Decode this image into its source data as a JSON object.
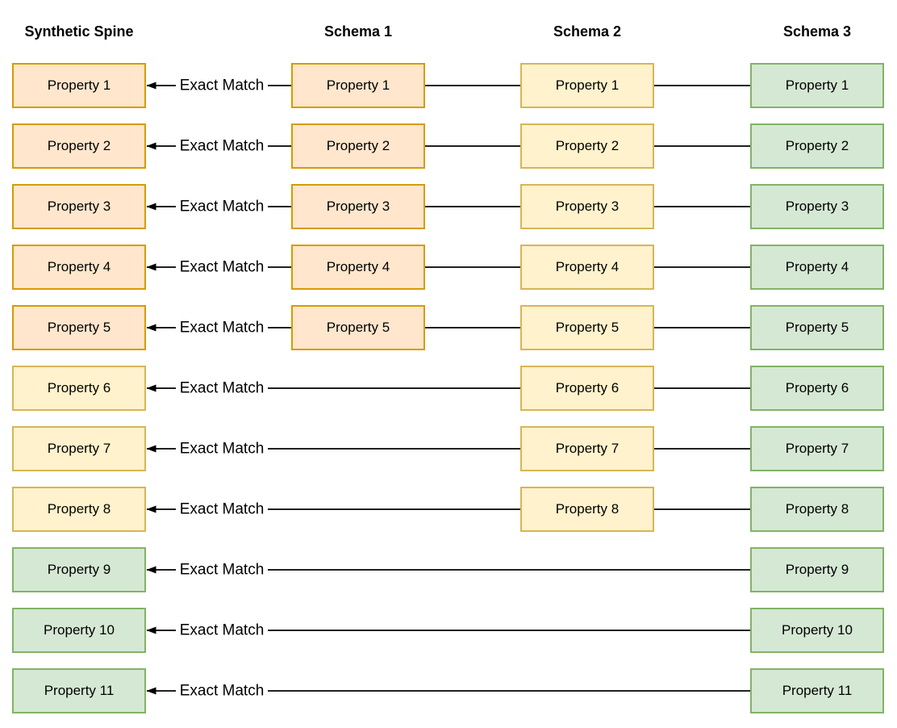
{
  "diagram": {
    "edge_label": "Exact Match",
    "line_color": "#000000",
    "text_color": "#000000",
    "background": "#FFFFFF",
    "palette": {
      "orange": {
        "fill": "#FFE6CC",
        "stroke": "#D79B00"
      },
      "yellow": {
        "fill": "#FFF2CC",
        "stroke": "#D6B656"
      },
      "green": {
        "fill": "#D5E8D4",
        "stroke": "#82B366"
      }
    },
    "columns": [
      {
        "id": "spine",
        "header": "Synthetic Spine"
      },
      {
        "id": "schema1",
        "header": "Schema 1",
        "color": "orange"
      },
      {
        "id": "schema2",
        "header": "Schema 2",
        "color": "yellow"
      },
      {
        "id": "schema3",
        "header": "Schema 3",
        "color": "green"
      }
    ],
    "rows": [
      {
        "label": "Property 1",
        "spine_color": "orange",
        "schema1": true,
        "schema2": true,
        "schema3": true
      },
      {
        "label": "Property 2",
        "spine_color": "orange",
        "schema1": true,
        "schema2": true,
        "schema3": true
      },
      {
        "label": "Property 3",
        "spine_color": "orange",
        "schema1": true,
        "schema2": true,
        "schema3": true
      },
      {
        "label": "Property 4",
        "spine_color": "orange",
        "schema1": true,
        "schema2": true,
        "schema3": true
      },
      {
        "label": "Property 5",
        "spine_color": "orange",
        "schema1": true,
        "schema2": true,
        "schema3": true
      },
      {
        "label": "Property 6",
        "spine_color": "yellow",
        "schema1": false,
        "schema2": true,
        "schema3": true
      },
      {
        "label": "Property 7",
        "spine_color": "yellow",
        "schema1": false,
        "schema2": true,
        "schema3": true
      },
      {
        "label": "Property 8",
        "spine_color": "yellow",
        "schema1": false,
        "schema2": true,
        "schema3": true
      },
      {
        "label": "Property 9",
        "spine_color": "green",
        "schema1": false,
        "schema2": false,
        "schema3": true
      },
      {
        "label": "Property 10",
        "spine_color": "green",
        "schema1": false,
        "schema2": false,
        "schema3": true
      },
      {
        "label": "Property 11",
        "spine_color": "green",
        "schema1": false,
        "schema2": false,
        "schema3": true
      }
    ]
  }
}
